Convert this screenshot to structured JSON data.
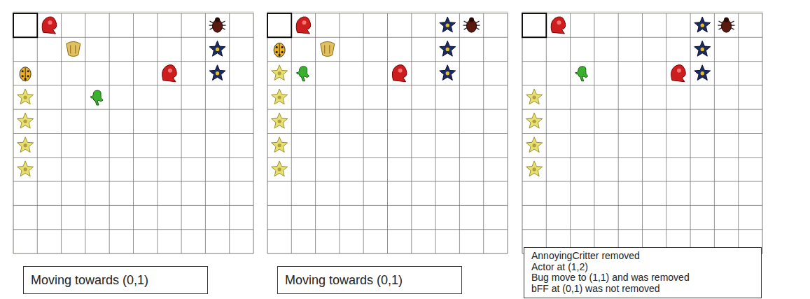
{
  "diagram": {
    "nodes": [
      {
        "text": [
          "Moving towards (0,1)"
        ]
      },
      {
        "text": [
          "Moving towards (0,1)"
        ]
      },
      {
        "text": [
          "AnnoyingCritter removed",
          "Actor at (1,2)",
          "Bug move to (1,1) and was removed",
          "bFF at (0,1) was not removed"
        ]
      }
    ]
  }
}
